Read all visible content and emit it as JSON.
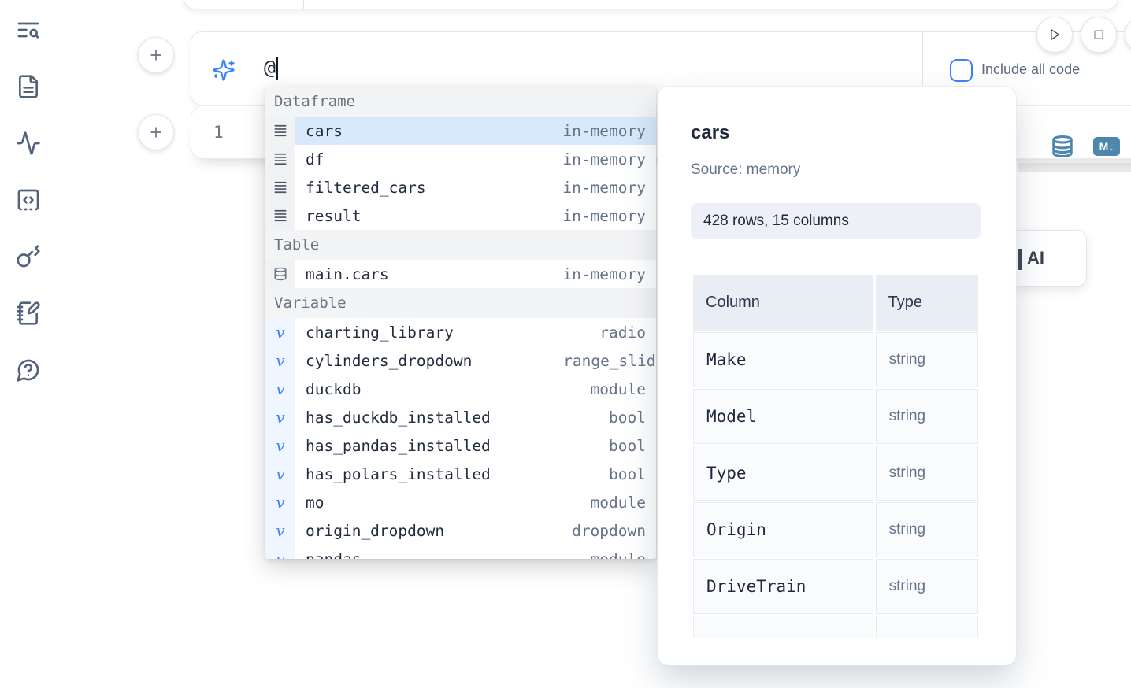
{
  "colors": {
    "accent_blue": "#3b82f6",
    "steel_blue": "#4d87ad",
    "selection_bg": "#d8e9fb",
    "icon_slate": "#53627c"
  },
  "sidebar": {
    "items": [
      {
        "icon": "search-notebook-icon"
      },
      {
        "icon": "file-document-icon"
      },
      {
        "icon": "activity-tracer-icon"
      },
      {
        "icon": "code-snippet-icon"
      },
      {
        "icon": "key-secrets-icon"
      },
      {
        "icon": "scratchpad-icon"
      },
      {
        "icon": "help-chat-icon"
      }
    ]
  },
  "toolbar": {
    "include_all_code_label": "Include all code",
    "include_all_code_checked": false
  },
  "ai_input": {
    "value": "@"
  },
  "editor": {
    "line_number": "1"
  },
  "cell_actions": {
    "markdown_badge": "M↓"
  },
  "ai_button": {
    "label": "AI"
  },
  "icons": {
    "variable_glyph": "v"
  },
  "autocomplete": {
    "sections": [
      {
        "label": "Dataframe",
        "items": [
          {
            "name": "cars",
            "type": "in-memory",
            "selected": true
          },
          {
            "name": "df",
            "type": "in-memory"
          },
          {
            "name": "filtered_cars",
            "type": "in-memory"
          },
          {
            "name": "result",
            "type": "in-memory"
          }
        ]
      },
      {
        "label": "Table",
        "items": [
          {
            "name": "main.cars",
            "type": "in-memory"
          }
        ]
      },
      {
        "label": "Variable",
        "items": [
          {
            "name": "charting_library",
            "type": "radio"
          },
          {
            "name": "cylinders_dropdown",
            "type": "range_slider"
          },
          {
            "name": "duckdb",
            "type": "module"
          },
          {
            "name": "has_duckdb_installed",
            "type": "bool"
          },
          {
            "name": "has_pandas_installed",
            "type": "bool"
          },
          {
            "name": "has_polars_installed",
            "type": "bool"
          },
          {
            "name": "mo",
            "type": "module"
          },
          {
            "name": "origin_dropdown",
            "type": "dropdown"
          },
          {
            "name": "pandas",
            "type": "module"
          }
        ]
      }
    ]
  },
  "preview_panel": {
    "title": "cars",
    "source": "Source: memory",
    "shape_badge": "428 rows, 15 columns",
    "table": {
      "headers": [
        "Column",
        "Type"
      ],
      "rows": [
        [
          "Make",
          "string"
        ],
        [
          "Model",
          "string"
        ],
        [
          "Type",
          "string"
        ],
        [
          "Origin",
          "string"
        ],
        [
          "DriveTrain",
          "string"
        ]
      ]
    }
  }
}
